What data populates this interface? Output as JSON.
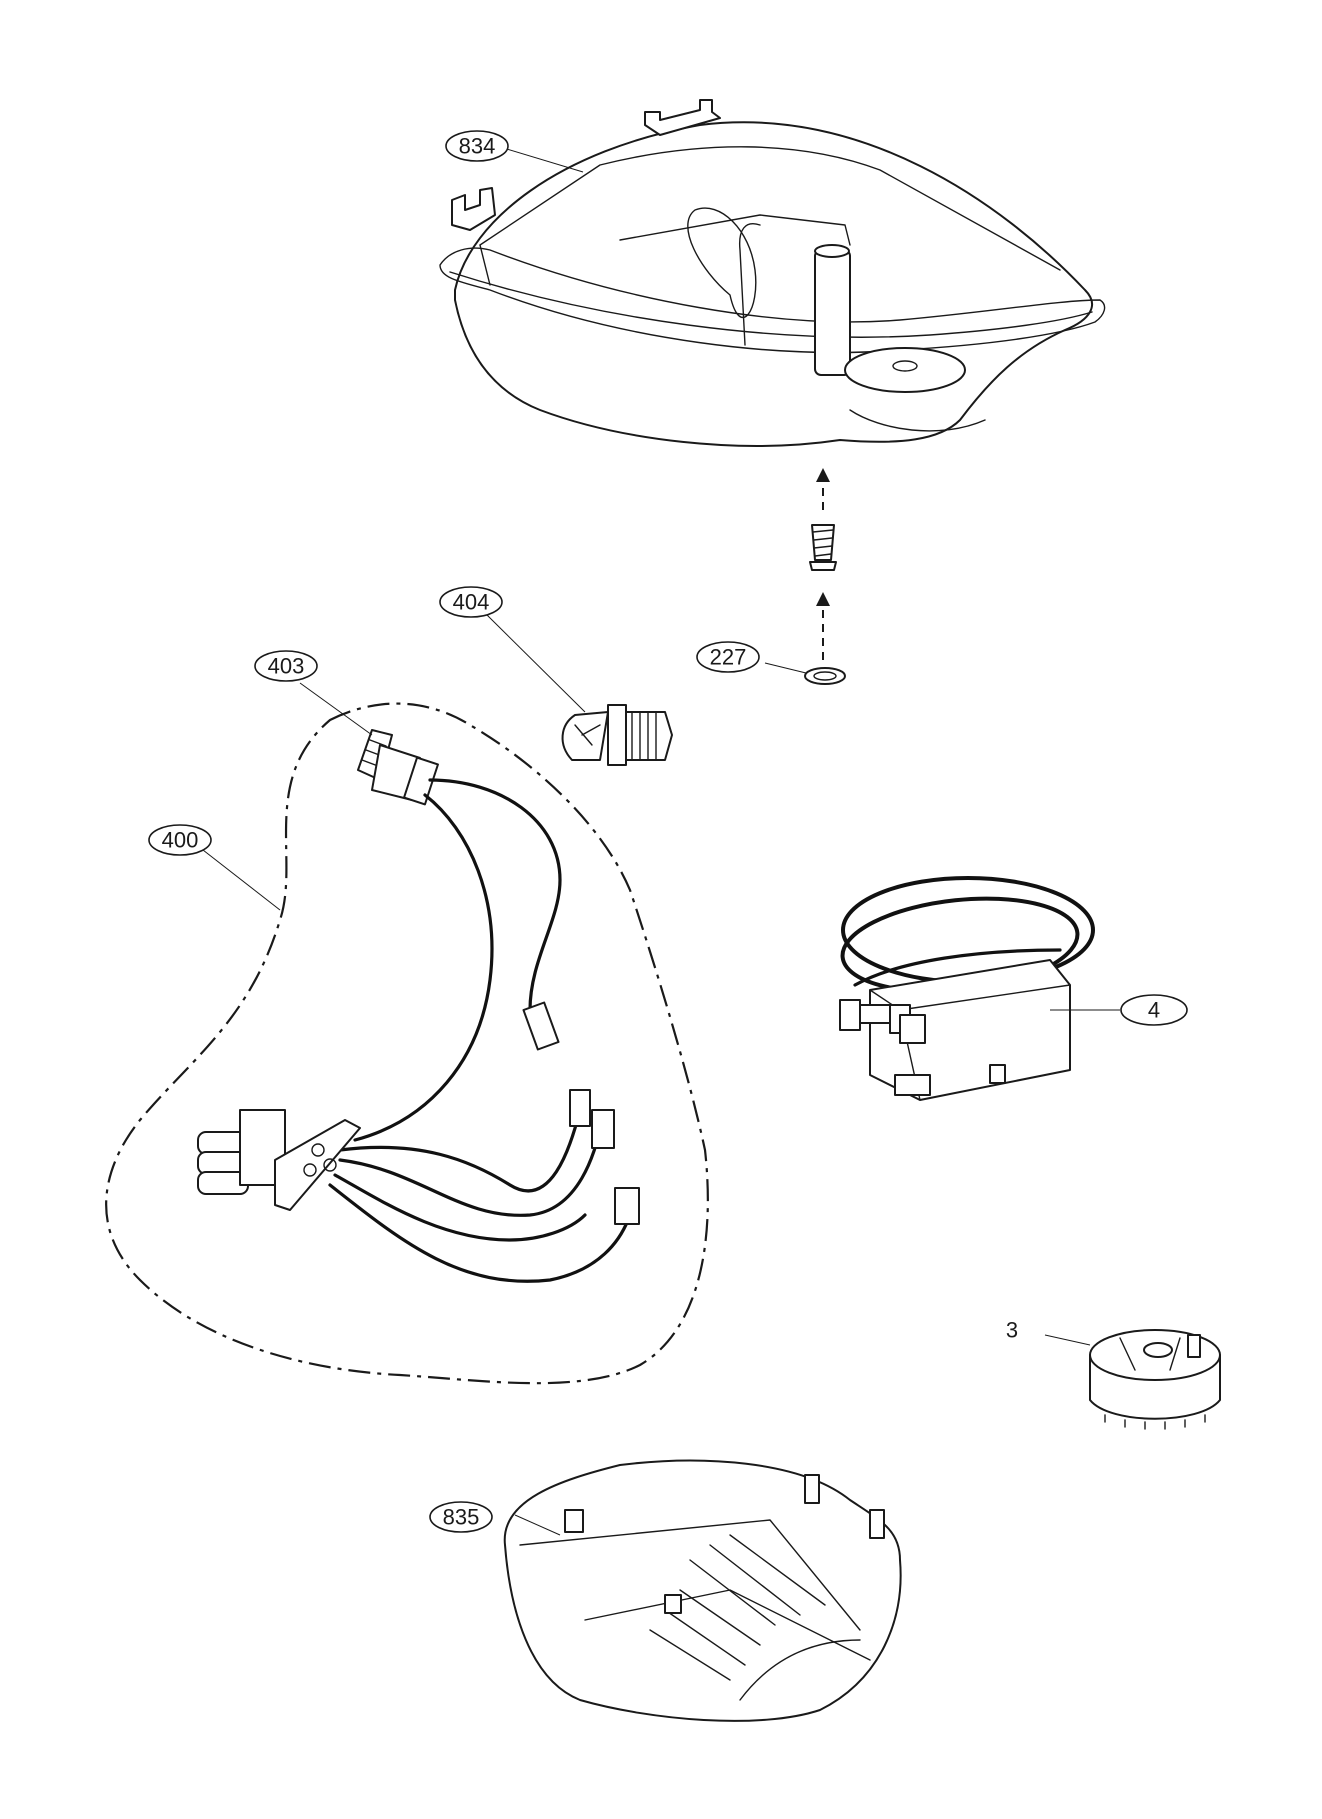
{
  "diagram": {
    "type": "exploded-parts-view",
    "callouts": [
      {
        "id": "834",
        "text": "834",
        "part": "upper-housing"
      },
      {
        "id": "404",
        "text": "404",
        "part": "lamp-bulb"
      },
      {
        "id": "403",
        "text": "403",
        "part": "lamp-socket"
      },
      {
        "id": "227",
        "text": "227",
        "part": "washer"
      },
      {
        "id": "400",
        "text": "400",
        "part": "wiring-harness"
      },
      {
        "id": "4",
        "text": "4",
        "part": "thermostat"
      },
      {
        "id": "3",
        "text": "3",
        "part": "thermostat-knob"
      },
      {
        "id": "835",
        "text": "835",
        "part": "lower-cover"
      }
    ]
  }
}
